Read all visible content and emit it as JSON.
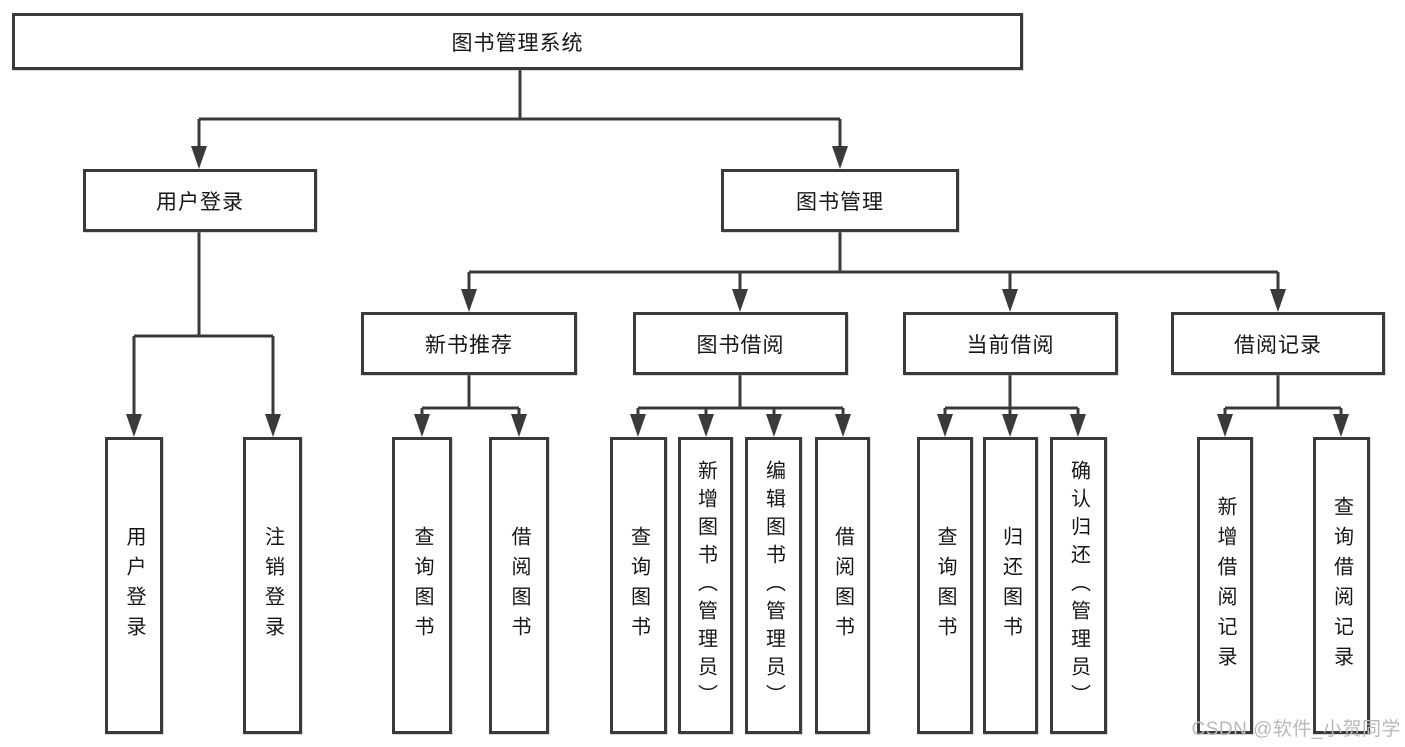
{
  "diagram": {
    "type": "hierarchy-tree",
    "colors": {
      "background": "#ffffff",
      "line": "#3a3a3a",
      "box_border": "#3a3a3a",
      "box_fill": "#ffffff",
      "text": "#161616",
      "watermark": "#b9b9b9"
    },
    "nodes": {
      "root": {
        "label": "图书管理系统"
      },
      "level2": {
        "user_login": {
          "label": "用户登录"
        },
        "book_management": {
          "label": "图书管理"
        }
      },
      "level3": {
        "new_book_recommend": {
          "label": "新书推荐"
        },
        "book_borrowing": {
          "label": "图书借阅"
        },
        "current_borrowing": {
          "label": "当前借阅"
        },
        "borrowing_records": {
          "label": "借阅记录"
        }
      },
      "leaves": {
        "user_login": {
          "label": "用户登录",
          "parent": "用户登录"
        },
        "logout": {
          "label": "注销登录",
          "parent": "用户登录"
        },
        "nbr_query_books": {
          "label": "查询图书",
          "parent": "新书推荐"
        },
        "nbr_borrow_books": {
          "label": "借阅图书",
          "parent": "新书推荐"
        },
        "bb_query_books": {
          "label": "查询图书",
          "parent": "图书借阅"
        },
        "bb_add_books": {
          "label": "新增图书（管理员）",
          "parent": "图书借阅"
        },
        "bb_edit_books": {
          "label": "编辑图书（管理员）",
          "parent": "图书借阅"
        },
        "bb_borrow_books": {
          "label": "借阅图书",
          "parent": "图书借阅"
        },
        "cb_query_books": {
          "label": "查询图书",
          "parent": "当前借阅"
        },
        "cb_return_books": {
          "label": "归还图书",
          "parent": "当前借阅"
        },
        "cb_confirm_return": {
          "label": "确认归还（管理员）",
          "parent": "当前借阅"
        },
        "br_add_record": {
          "label": "新增借阅记录",
          "parent": "借阅记录"
        },
        "br_query_record": {
          "label": "查询借阅记录",
          "parent": "借阅记录"
        }
      }
    }
  },
  "watermark": {
    "text": "CSDN @软件_小贺同学"
  }
}
